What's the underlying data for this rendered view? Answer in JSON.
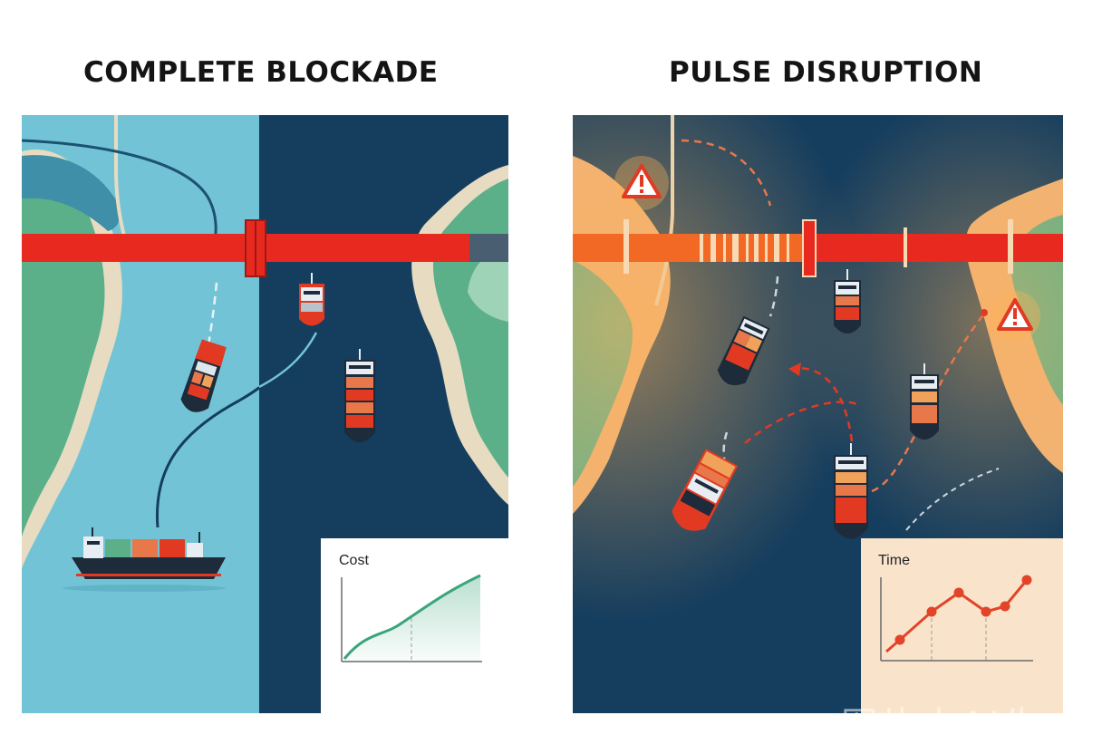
{
  "panels": {
    "left": {
      "title": "COMPLETE BLOCKADE",
      "inset_label": "Cost"
    },
    "right": {
      "title": "PULSE DISRUPTION",
      "inset_label": "Time"
    }
  },
  "watermark": "图片由AI生成",
  "colors": {
    "shallow_water": "#73c3d6",
    "deep_water": "#143d5e",
    "land": "#5bb08a",
    "shore": "#e7dcc1",
    "blockade_red": "#e8291f",
    "warm_land": "#efb276",
    "warning": "#e23a22",
    "cost_curve": "#3aa57c",
    "time_curve": "#e2442a"
  },
  "icons": [
    "warning-triangle-icon",
    "container-ship-icon",
    "barrier-post-icon"
  ]
}
